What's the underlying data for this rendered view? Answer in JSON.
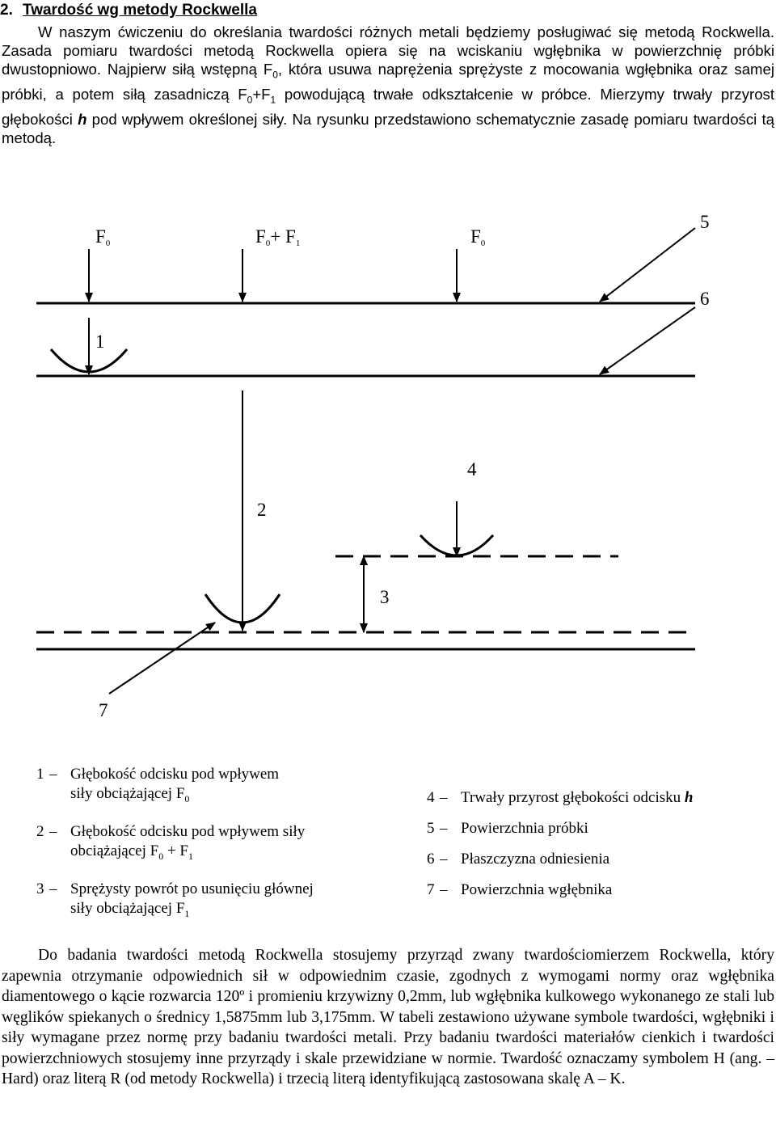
{
  "heading": {
    "number": "2.",
    "title": "Twardość wg metody Rockwella"
  },
  "intro": {
    "p1": "W naszym ćwiczeniu do określania twardości różnych metali będziemy posługiwać się metodą Rockwella. Zasada pomiaru twardości metodą Rockwella opiera się na wciskaniu wgłębnika w powierzchnię próbki dwustopniowo. Najpierw siłą wstępną F",
    "s1": "0",
    "p2": ", która usuwa naprężenia sprężyste z mocowania wgłębnika oraz samej próbki, a potem siłą zasadniczą F",
    "s2": "0",
    "p3": "+F",
    "s3": "1",
    "p4": " powodującą trwałe odkształcenie w próbce. Mierzymy trwały przyrost głębokości ",
    "h": "h",
    "p5": " pod wpływem określonej siły. Na rysunku przedstawiono schematycznie zasadę pomiaru twardości tą metodą."
  },
  "figure": {
    "force1": {
      "main": "F",
      "sub": "0"
    },
    "force2": {
      "main1": "F",
      "sub1": "0",
      "plus": "+ F",
      "sub2": "1"
    },
    "force3": {
      "main": "F",
      "sub": "0"
    },
    "labels": {
      "l1": "1",
      "l2": "2",
      "l3": "3",
      "l4": "4",
      "l5": "5",
      "l6": "6",
      "l7": "7"
    }
  },
  "legend": {
    "left": [
      {
        "n": "1",
        "dash": "–",
        "a": "Głębokość odcisku pod wpływem",
        "b": "siły obciążającej F",
        "b_sub": "0",
        "b_rest": "",
        "b_sub2": ""
      },
      {
        "n": "2",
        "dash": "–",
        "a": "Głębokość odcisku pod wpływem siły",
        "b": "obciążającej F",
        "b_sub": "0",
        "b_rest": " + F",
        "b_sub2": "1"
      },
      {
        "n": "3",
        "dash": "–",
        "a": "Sprężysty powrót po usunięciu głównej",
        "b": "siły obciążającej F",
        "b_sub": "1",
        "b_rest": "",
        "b_sub2": ""
      }
    ],
    "right": [
      {
        "n": "4",
        "dash": "–",
        "text": "Trwały przyrost głębokości odcisku ",
        "bold": "h"
      },
      {
        "n": "5",
        "dash": "–",
        "text": "Powierzchnia próbki",
        "bold": ""
      },
      {
        "n": "6",
        "dash": "–",
        "text": "Płaszczyzna odniesienia",
        "bold": ""
      },
      {
        "n": "7",
        "dash": "–",
        "text": "Powierzchnia wgłębnika",
        "bold": ""
      }
    ]
  },
  "bottom": "Do badania twardości metodą Rockwella stosujemy przyrząd zwany twardościomierzem Rockwella, który zapewnia otrzymanie odpowiednich sił w odpowiednim czasie, zgodnych z wymogami normy oraz wgłębnika diamentowego o kącie rozwarcia 120º i promieniu krzywizny 0,2mm, lub wgłębnika kulkowego wykonanego ze stali lub węglików spiekanych o średnicy 1,5875mm lub 3,175mm. W tabeli zestawiono używane symbole twardości, wgłębniki i siły wymagane przez normę przy badaniu twardości metali. Przy badaniu twardości materiałów cienkich i twardości powierzchniowych stosujemy inne przyrządy i skale przewidziane w normie. Twardość oznaczamy symbolem H (ang. – Hard) oraz literą R (od metody Rockwella) i trzecią literą identyfikującą zastosowana skalę A – K."
}
